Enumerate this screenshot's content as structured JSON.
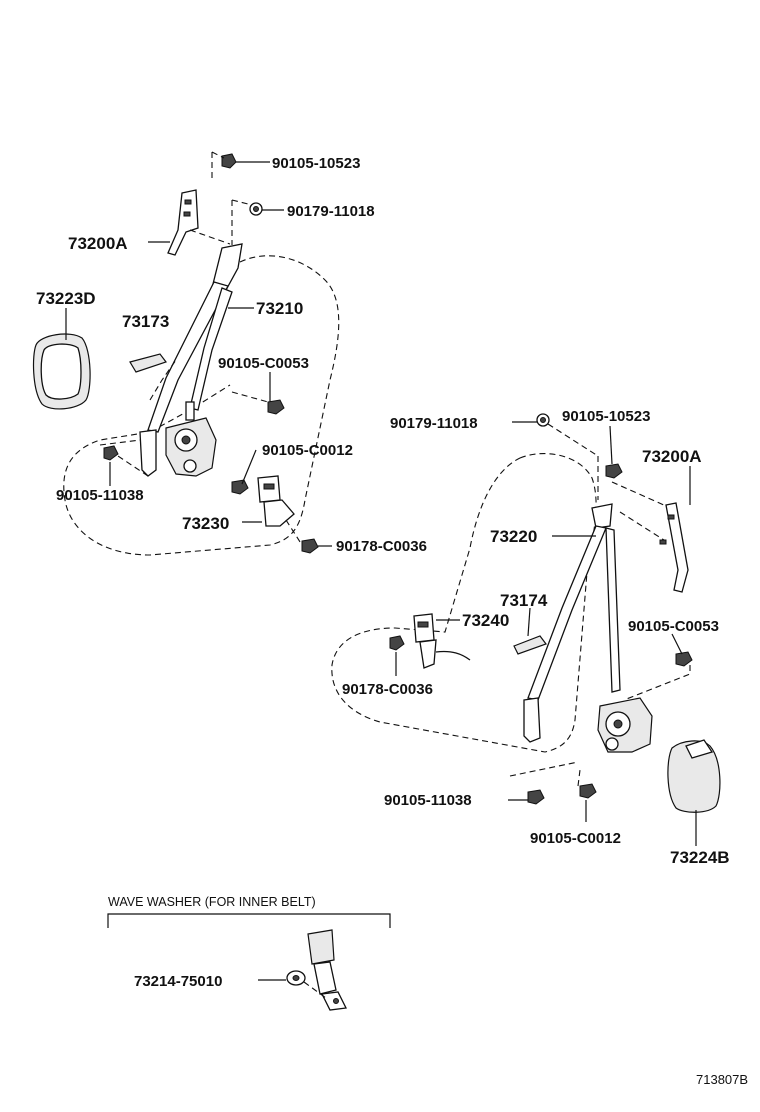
{
  "labels": {
    "p_90105_10523_a": "90105-10523",
    "p_90179_11018_a": "90179-11018",
    "p_73200A_a": "73200A",
    "p_73223D": "73223D",
    "p_73173": "73173",
    "p_73210": "73210",
    "p_90105_C0053_a": "90105-C0053",
    "p_90105_C0012_a": "90105-C0012",
    "p_90105_11038_a": "90105-11038",
    "p_73230": "73230",
    "p_90178_C0036_a": "90178-C0036",
    "p_90179_11018_b": "90179-11018",
    "p_90105_10523_b": "90105-10523",
    "p_73200A_b": "73200A",
    "p_73220": "73220",
    "p_73174": "73174",
    "p_73240": "73240",
    "p_90105_C0053_b": "90105-C0053",
    "p_90178_C0036_b": "90178-C0036",
    "p_90105_11038_b": "90105-11038",
    "p_90105_C0012_b": "90105-C0012",
    "p_73224B": "73224B",
    "p_73214_75010": "73214-75010"
  },
  "inset": {
    "title": "WAVE WASHER (FOR INNER BELT)"
  },
  "illustration_id": "713807B"
}
